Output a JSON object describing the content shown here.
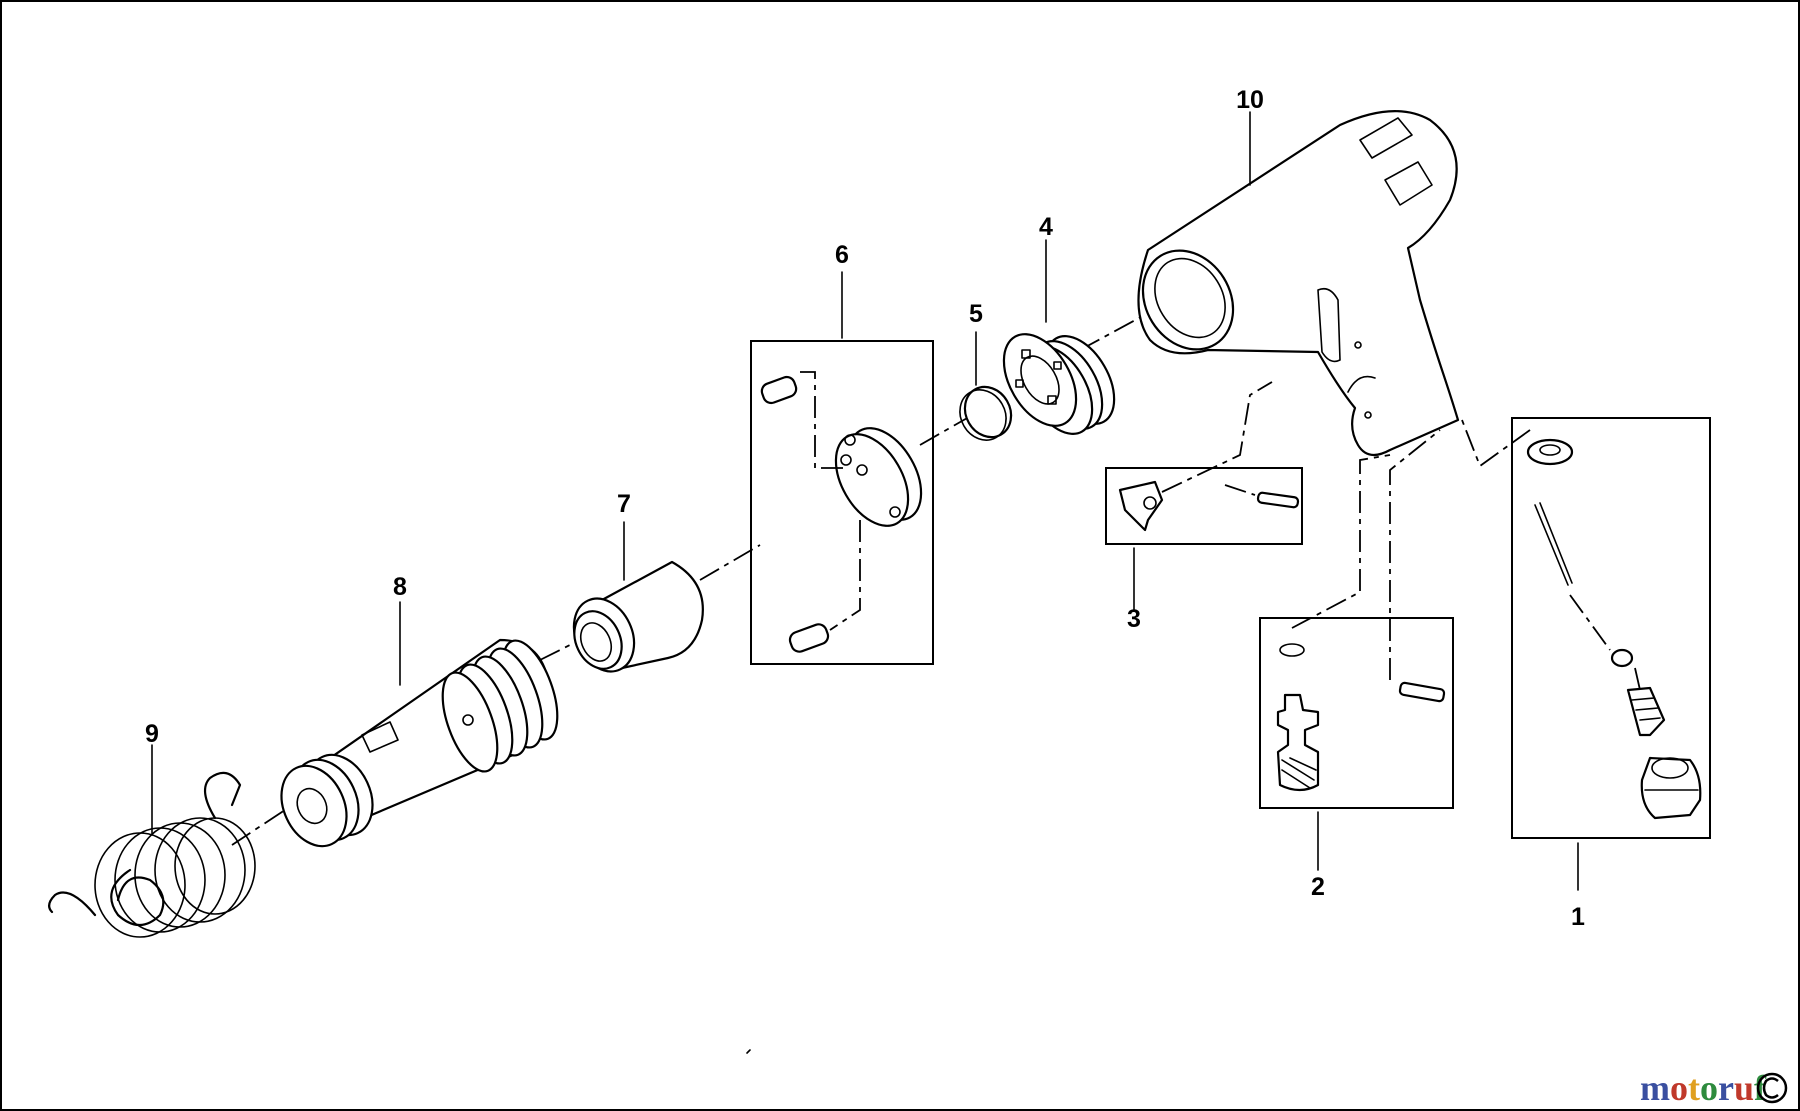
{
  "callouts": [
    {
      "id": "1",
      "label": "1"
    },
    {
      "id": "2",
      "label": "2"
    },
    {
      "id": "3",
      "label": "3"
    },
    {
      "id": "4",
      "label": "4"
    },
    {
      "id": "5",
      "label": "5"
    },
    {
      "id": "6",
      "label": "6"
    },
    {
      "id": "7",
      "label": "7"
    },
    {
      "id": "8",
      "label": "8"
    },
    {
      "id": "9",
      "label": "9"
    },
    {
      "id": "10",
      "label": "10"
    }
  ],
  "watermark": {
    "text": "motoruf",
    "colors": [
      "#3a4fa0",
      "#c0392b",
      "#e0a020",
      "#2e8b3e",
      "#3a4fa0",
      "#c0392b",
      "#2e8b3e"
    ],
    "icon": "copyright-icon"
  }
}
